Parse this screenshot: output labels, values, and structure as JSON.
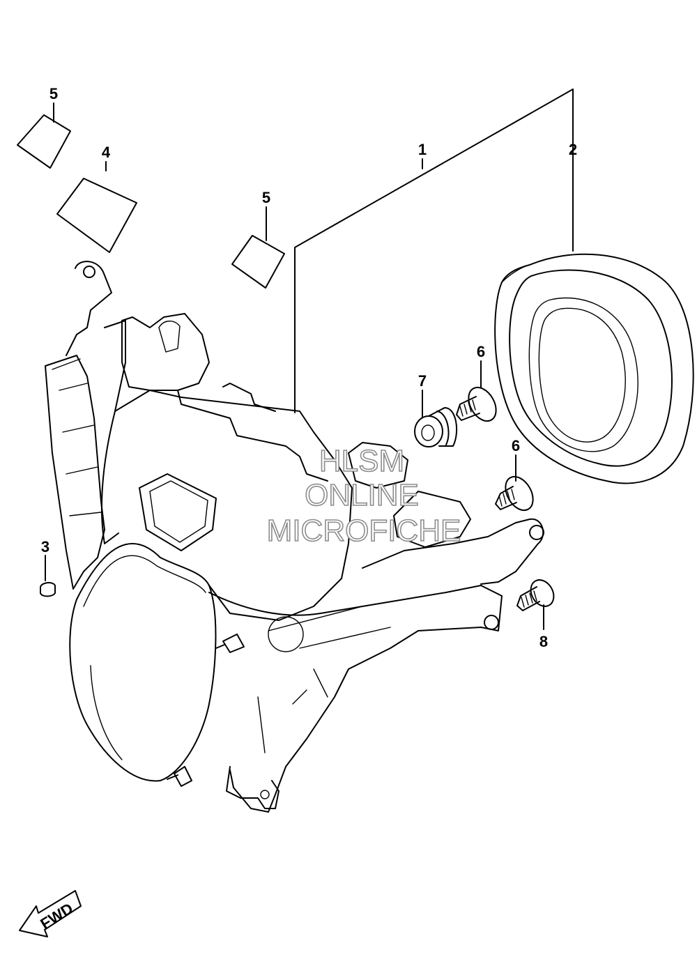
{
  "callouts": {
    "c1": "1",
    "c2": "2",
    "c3": "3",
    "c4": "4",
    "c5a": "5",
    "c5b": "5",
    "c6a": "6",
    "c6b": "6",
    "c7": "7",
    "c8": "8"
  },
  "watermark": {
    "line1": "HLSM",
    "line2": "ONLINE",
    "line3": "MICROFICHE"
  },
  "fwd_label": "FWD",
  "colors": {
    "line": "#000000",
    "watermark_outline": "#8c8c8c",
    "background": "#ffffff"
  }
}
